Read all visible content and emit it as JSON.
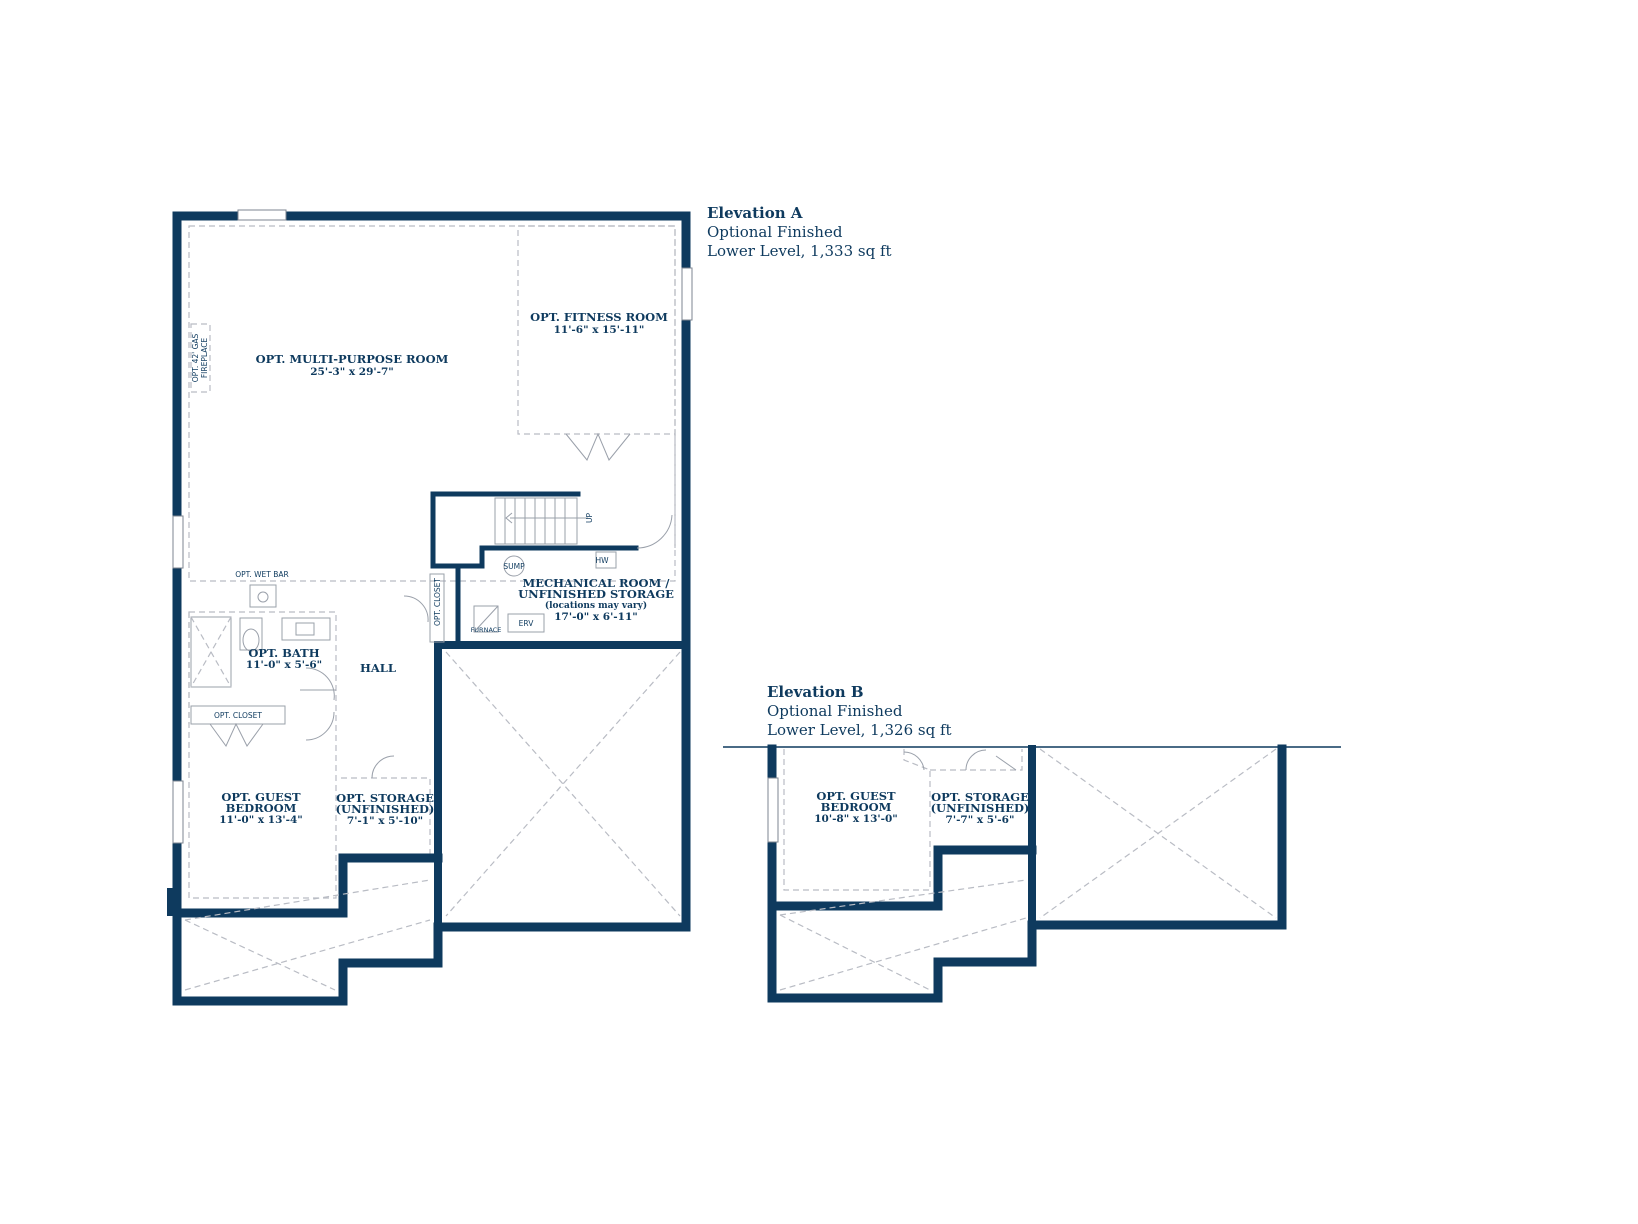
{
  "colors": {
    "wall": "#0e3a5e",
    "dashed": "#b9bcc4"
  },
  "elevation_a": {
    "title": "Elevation A",
    "line1": "Optional Finished",
    "line2": "Lower Level, 1,333 sq ft",
    "rooms": {
      "multipurpose": {
        "name": "OPT. MULTI-PURPOSE ROOM",
        "dims": "25'-3\" x 29'-7\""
      },
      "fitness": {
        "name": "OPT. FITNESS ROOM",
        "dims": "11'-6\" x 15'-11\""
      },
      "mechanical": {
        "name1": "MECHANICAL ROOM /",
        "name2": "UNFINISHED STORAGE",
        "note": "(locations may vary)",
        "dims": "17'-0\" x 6'-11\""
      },
      "bath": {
        "name": "OPT. BATH",
        "dims": "11'-0\" x 5'-6\""
      },
      "hall": {
        "name": "HALL"
      },
      "guest": {
        "name1": "OPT. GUEST",
        "name2": "BEDROOM",
        "dims": "11'-0\" x 13'-4\""
      },
      "storage": {
        "name1": "OPT. STORAGE",
        "name2": "(UNFINISHED)",
        "dims": "7'-1\" x 5'-10\""
      }
    },
    "small_labels": {
      "fireplace1": "OPT. 42' GAS",
      "fireplace2": "FIREPLACE",
      "wet_bar": "OPT. WET BAR",
      "closet_bedroom": "OPT. CLOSET",
      "closet_hall": "OPT. CLOSET",
      "sump": "SUMP",
      "hw": "HW",
      "furnace": "FURNACE",
      "erv": "ERV",
      "up": "UP"
    }
  },
  "elevation_b": {
    "title": "Elevation B",
    "line1": "Optional Finished",
    "line2": "Lower Level, 1,326 sq ft",
    "rooms": {
      "guest": {
        "name1": "OPT. GUEST",
        "name2": "BEDROOM",
        "dims": "10'-8\" x 13'-0\""
      },
      "storage": {
        "name1": "OPT. STORAGE",
        "name2": "(UNFINISHED)",
        "dims": "7'-7\" x 5'-6\""
      }
    }
  }
}
